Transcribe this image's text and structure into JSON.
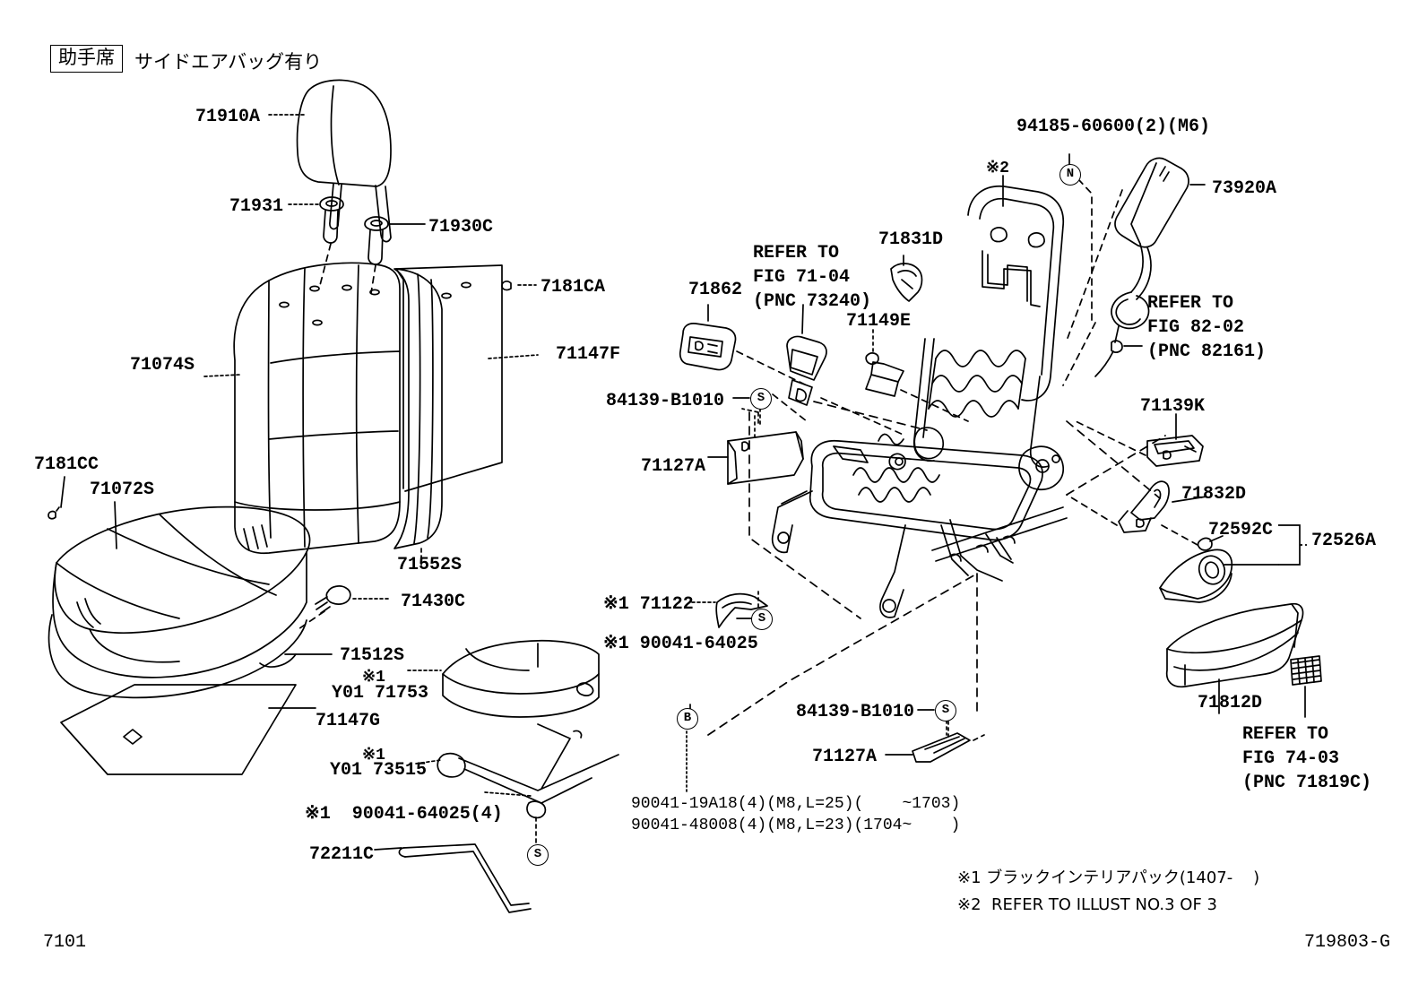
{
  "header": {
    "badge": "助手席",
    "subtitle": "サイドエアバッグ有り"
  },
  "footer": {
    "page_code": "7101",
    "figure_code": "719803-G"
  },
  "footnotes": [
    "※1 ブラックインテリアパック(1407-    )",
    "※2  REFER TO ILLUST NO.3 OF 3"
  ],
  "bolt_notes": [
    "90041-19A18(4)(M8,L=25)(    ~1703)",
    "90041-48008(4)(M8,L=23)(1704~    )"
  ],
  "callouts": {
    "headrest": "71910A",
    "headrest_guide_a": "71931",
    "headrest_guide_b": "71930C",
    "back_clip": "7181CA",
    "back_cover_panel": "71147F",
    "back_cover": "71074S",
    "back_pad": "71552S",
    "cushion_clip": "7181CC",
    "cushion_cover": "71072S",
    "cushion_screw": "71430C",
    "cushion_pad": "71512S",
    "tray": "Y01 71753",
    "tray_mark": "※1",
    "cushion_sheet": "71147G",
    "wire_hook": "Y01 73515",
    "wire_hook_mark": "※1",
    "clip_90041_left": "※1  90041-64025(4)",
    "wire_frame": "72211C",
    "belt_anchor": "71862",
    "refer_7104": "REFER TO\nFIG 71-04\n(PNC 73240)",
    "hinge_cover": "71831D",
    "bracket_71149E": "71149E",
    "screw_84139_top": "84139-B1010",
    "side_shield": "71127A",
    "lever_71122": "※1 71122",
    "screw_90041_mid": "※1 90041-64025",
    "screw_84139_bottom": "84139-B1010",
    "side_shield_bottom": "71127A",
    "mark_2": "※2",
    "nut_94185": "94185-60600(2)(M6)",
    "belt_73920A": "73920A",
    "refer_8202": "REFER TO\nFIG 82-02\n(PNC 82161)",
    "bracket_71139K": "71139K",
    "lever_71832D": "71832D",
    "knob_72592C": "72592C",
    "knob_assy_72526A": "72526A",
    "armrest_71812D": "71812D",
    "refer_7403": "REFER TO\nFIG 74-03\n(PNC 71819C)"
  },
  "bubbles": {
    "s1": "S",
    "s2": "S",
    "s3": "S",
    "s4": "S",
    "n1": "N",
    "b1": "B"
  }
}
